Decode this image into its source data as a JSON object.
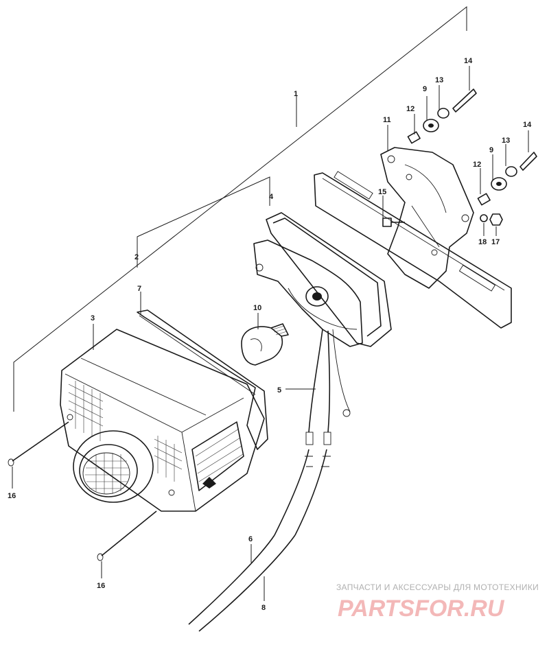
{
  "callouts": {
    "c1": "1",
    "c2": "2",
    "c3": "3",
    "c4": "4",
    "c5": "5",
    "c6": "6",
    "c7": "7",
    "c8": "8",
    "c9a": "9",
    "c9b": "9",
    "c10": "10",
    "c11": "11",
    "c12a": "12",
    "c12b": "12",
    "c13a": "13",
    "c13b": "13",
    "c14a": "14",
    "c14b": "14",
    "c15": "15",
    "c16a": "16",
    "c16b": "16",
    "c17": "17",
    "c18": "18"
  },
  "watermark": {
    "tagline": "ЗАПЧАСТИ И АКСЕССУАРЫ ДЛЯ МОТОТЕХНИКИ",
    "logo": "PARTSFOR.RU"
  }
}
